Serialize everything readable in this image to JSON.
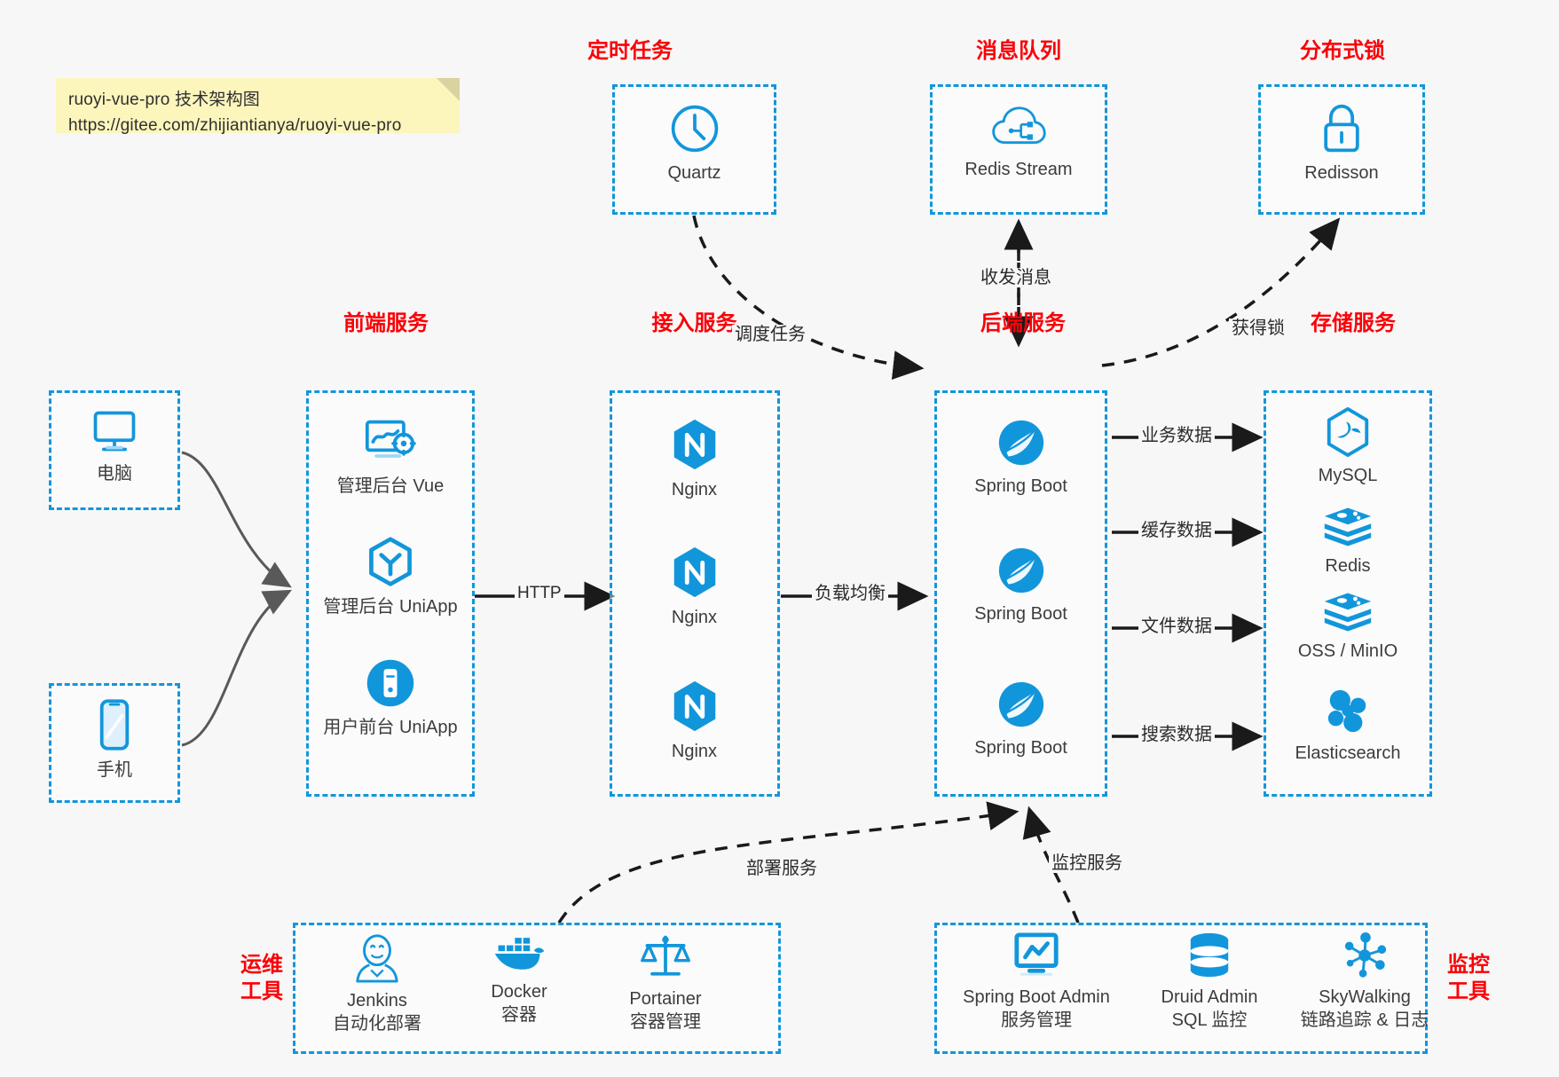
{
  "note": {
    "line1": "ruoyi-vue-pro 技术架构图",
    "line2": "https://gitee.com/zhijiantianya/ruoyi-vue-pro"
  },
  "colors": {
    "accent": "#1296db",
    "group_title": "#fb0007",
    "label_text": "#3c3c3c",
    "edge": "#3c3c3c",
    "note_bg": "#fcf6bd",
    "canvas_bg": "#f7f7f7"
  },
  "groups": {
    "scheduler": {
      "title": "定时任务"
    },
    "mq": {
      "title": "消息队列"
    },
    "lock": {
      "title": "分布式锁"
    },
    "frontend": {
      "title": "前端服务"
    },
    "gateway": {
      "title": "接入服务"
    },
    "backend": {
      "title": "后端服务"
    },
    "storage": {
      "title": "存储服务"
    },
    "ops": {
      "title": "运维\n工具"
    },
    "monitor": {
      "title": "监控\n工具"
    }
  },
  "nodes": {
    "quartz": {
      "label": "Quartz",
      "icon": "clock-icon"
    },
    "redis_stream": {
      "label": "Redis Stream",
      "icon": "cloud-stream-icon"
    },
    "redisson": {
      "label": "Redisson",
      "icon": "lock-icon"
    },
    "pc": {
      "label": "电脑",
      "icon": "desktop-monitor-icon"
    },
    "mobile": {
      "label": "手机",
      "icon": "smartphone-icon"
    },
    "admin_vue": {
      "label": "管理后台 Vue",
      "icon": "dashboard-gear-icon"
    },
    "admin_uniapp": {
      "label": "管理后台 UniApp",
      "icon": "uniapp-cube-icon"
    },
    "user_uniapp": {
      "label": "用户前台 UniApp",
      "icon": "mobile-app-icon"
    },
    "nginx1": {
      "label": "Nginx",
      "icon": "nginx-icon"
    },
    "nginx2": {
      "label": "Nginx",
      "icon": "nginx-icon"
    },
    "nginx3": {
      "label": "Nginx",
      "icon": "nginx-icon"
    },
    "springboot1": {
      "label": "Spring Boot",
      "icon": "spring-boot-icon"
    },
    "springboot2": {
      "label": "Spring Boot",
      "icon": "spring-boot-icon"
    },
    "springboot3": {
      "label": "Spring Boot",
      "icon": "spring-boot-icon"
    },
    "mysql": {
      "label": "MySQL",
      "icon": "mysql-icon"
    },
    "redis": {
      "label": "Redis",
      "icon": "redis-layers-icon"
    },
    "oss": {
      "label": "OSS / MinIO",
      "icon": "storage-layers-icon"
    },
    "elasticsearch": {
      "label": "Elasticsearch",
      "icon": "elasticsearch-icon"
    },
    "jenkins": {
      "label": "Jenkins\n自动化部署",
      "icon": "jenkins-icon"
    },
    "docker": {
      "label": "Docker\n容器",
      "icon": "docker-whale-icon"
    },
    "portainer": {
      "label": "Portainer\n容器管理",
      "icon": "portainer-scales-icon"
    },
    "sba": {
      "label": "Spring Boot Admin\n服务管理",
      "icon": "monitor-chart-icon"
    },
    "druid": {
      "label": "Druid Admin\nSQL 监控",
      "icon": "database-icon"
    },
    "skywalking": {
      "label": "SkyWalking\n链路追踪 & 日志",
      "icon": "skywalking-node-icon"
    }
  },
  "edge_labels": {
    "http": "HTTP",
    "load_balance": "负载均衡",
    "schedule_task": "调度任务",
    "send_receive_message": "收发消息",
    "acquire_lock": "获得锁",
    "business_data": "业务数据",
    "cache_data": "缓存数据",
    "file_data": "文件数据",
    "search_data": "搜索数据",
    "deploy_service": "部署服务",
    "monitor_service": "监控服务"
  }
}
